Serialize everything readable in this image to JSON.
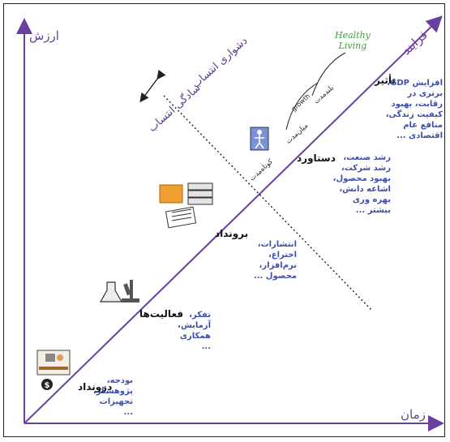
{
  "axes": {
    "y_label": "ارزش",
    "x_label": "زمان",
    "diagonal_label": "فرایند"
  },
  "stages": {
    "input": {
      "title": "درونداد",
      "details": "بودجه، پژوهشگر، تجهیزات ..."
    },
    "activities": {
      "title": "فعالیت‌ها",
      "details": "تفکر، آزمایش، همکاری ..."
    },
    "output": {
      "title": "برونداد",
      "details": "انتشارات، اختراع، نرم‌افزار، محصول ..."
    },
    "outcome": {
      "title": "دستاورد",
      "details": "رشد صنعت، رشد شرکت، بهبود محصول، اشاعه دانش، بهره وری بیشتر ..."
    },
    "impact": {
      "title": "تأثیر",
      "details": "افزایش GDP، برتری در رقابت، بهبود کیفیت زندگی، منافع عام اقتصادی ..."
    }
  },
  "attribution": {
    "harder": "دشواری انتساب",
    "easier": "سادگی انتساب"
  },
  "timeframes": {
    "short": "کوتاه‌مدت",
    "medium": "میان‌مدت",
    "long": "بلندمدت",
    "growth": "growth"
  },
  "logo": {
    "line1": "Healthy",
    "line2": "Living"
  },
  "colors": {
    "axis": "#6a3fa0",
    "details": "#3e4fa8",
    "logo": "#3f9e3f"
  }
}
